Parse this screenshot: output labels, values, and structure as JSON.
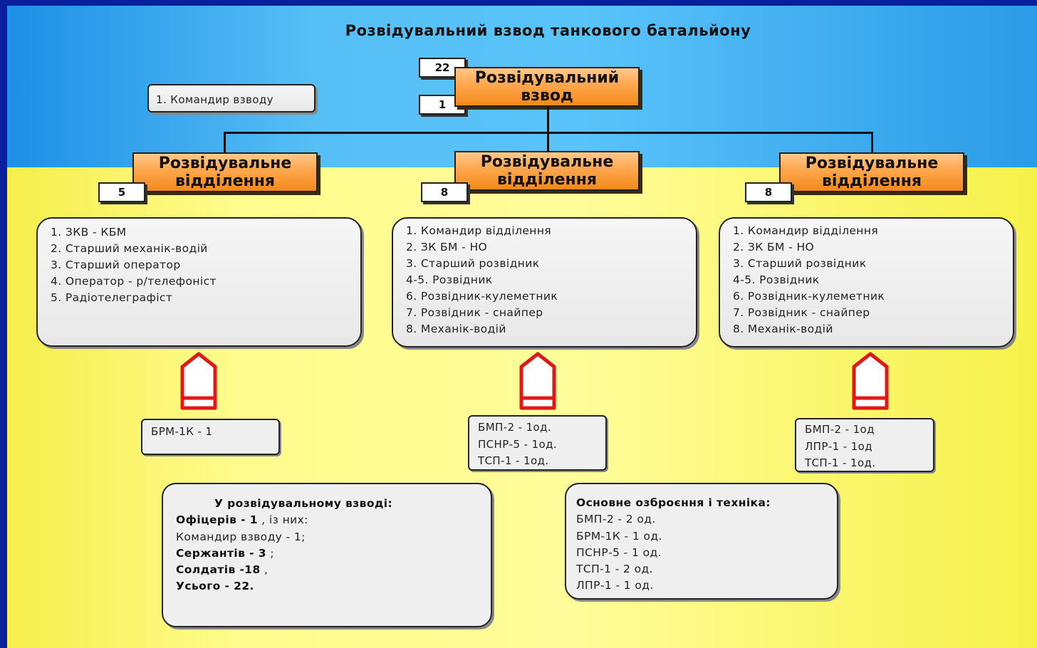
{
  "title": "Розвідувальний взвод танкового батальйону",
  "platoon": {
    "name_line1": "Розвідувальний",
    "name_line2": "взвод",
    "total": "22",
    "officers": "1"
  },
  "commander_note": "1. Командир взводу",
  "squads": [
    {
      "name_line1": "Розвідувальне",
      "name_line2": "відділення",
      "count": "5",
      "members": [
        "1.   ЗКВ - КБМ",
        "2. Старший механік-водій",
        "3. Старший оператор",
        "4. Оператор - р/телефоніст",
        "5. Радіотелеграфіст"
      ],
      "equipment": [
        "БРМ-1К  - 1"
      ]
    },
    {
      "name_line1": "Розвідувальне",
      "name_line2": "відділення",
      "count": "8",
      "members": [
        "1. Командир відділення",
        "2. ЗК БМ - НО",
        "3. Старший розвідник",
        "4-5. Розвідник",
        "6. Розвідник-кулеметник",
        "7. Розвідник - снайпер",
        "8. Механік-водій"
      ],
      "equipment": [
        "БМП-2  - 1од.",
        "ПСНР-5  - 1од.",
        "ТСП-1    - 1од."
      ]
    },
    {
      "name_line1": "Розвідувальне",
      "name_line2": "відділення",
      "count": "8",
      "members": [
        "1. Командир відділення",
        "2. ЗК БМ - НО",
        "3. Старший розвідник",
        "4-5. Розвідник",
        "6. Розвідник-кулеметник",
        "7. Розвідник - снайпер",
        "8. Механік-водій"
      ],
      "equipment": [
        "БМП-2   - 1од",
        "ЛПР-1    - 1од",
        "ТСП-1    - 1од."
      ]
    }
  ],
  "personnel_summary": {
    "heading": "У розвідувальному взводі:",
    "officers_label": "Офіцерів - 1",
    "officers_rest": "  , із них:",
    "commander": "Командир взводу - 1;",
    "sergeants_label": "Сержантів - 3",
    "sergeants_rest": "  ;",
    "soldiers_label": "Солдатів -18",
    "soldiers_rest": "  ,",
    "total_label": "Усього - 22."
  },
  "equipment_summary": {
    "heading": "Основне озброєння і техніка:",
    "items": [
      "БМП-2 - 2 од.",
      "БРМ-1К - 1 од.",
      "ПСНР-5 - 1 од.",
      "ТСП-1 - 2 од.",
      "ЛПР-1 - 1 од."
    ]
  },
  "colors": {
    "sky": "#56bff5",
    "field": "#fffd9a",
    "accent": "#ffa64d",
    "frame": "#0a1f9c",
    "rank_insignia": "#e01818"
  },
  "icons": [
    "rank-chevron-icon"
  ]
}
